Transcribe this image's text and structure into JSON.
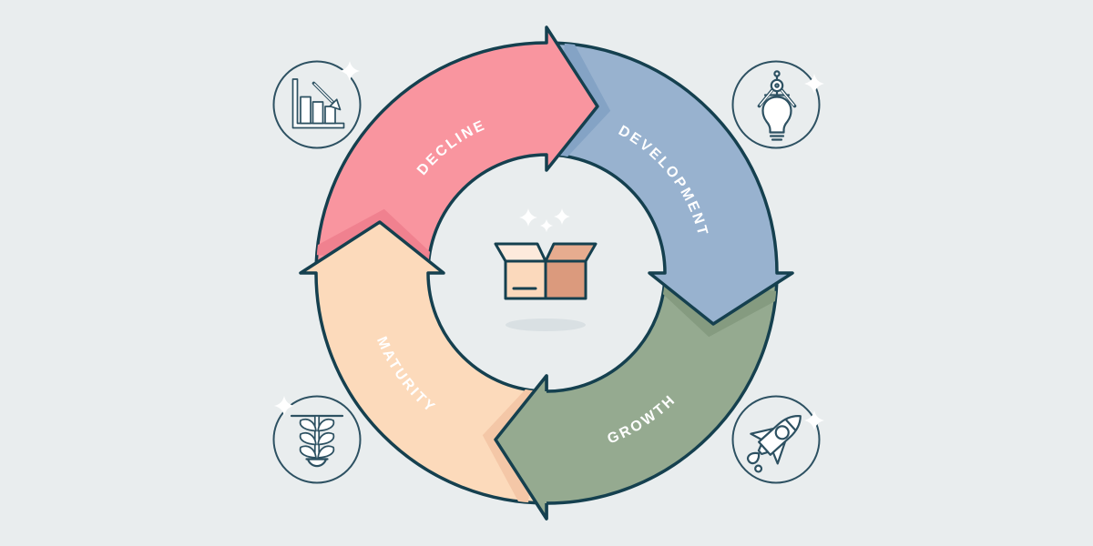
{
  "colors": {
    "background": "#E9EDEE",
    "ring-outline": "#15404F",
    "icon-stroke": "#2D5162",
    "label-text": "#FFFFFF",
    "sparkle": "#FFFFFF",
    "shadow-ellipse": "#D9E0E3"
  },
  "cycle": {
    "kind": "product-lifecycle-loop",
    "direction": "clockwise",
    "segments": [
      {
        "label": "DEVELOPMENT",
        "position": "top-right",
        "fill": "#98B2CF",
        "shadow_fill": "#84A3C5"
      },
      {
        "label": "GROWTH",
        "position": "bottom-right",
        "fill": "#95AA90",
        "shadow_fill": "#859B80"
      },
      {
        "label": "MATURITY",
        "position": "bottom-left",
        "fill": "#FCDABB",
        "shadow_fill": "#F4C7A7"
      },
      {
        "label": "DECLINE",
        "position": "top-left",
        "fill": "#F9959F",
        "shadow_fill": "#F0818F"
      }
    ]
  },
  "center": {
    "icon": "open-box",
    "sparkle_count": 3,
    "box": {
      "left_face": "#FBD9BC",
      "right_face": "#DB9A7D",
      "left_flap": "#FDEADC",
      "right_flap": "#E6AC8F"
    }
  },
  "corner_icons": [
    {
      "name": "declining-bar-chart",
      "position": "top-left"
    },
    {
      "name": "drafting-compass-lightbulb",
      "position": "top-right"
    },
    {
      "name": "growing-plant",
      "position": "bottom-left"
    },
    {
      "name": "rocket-launch",
      "position": "bottom-right"
    }
  ]
}
